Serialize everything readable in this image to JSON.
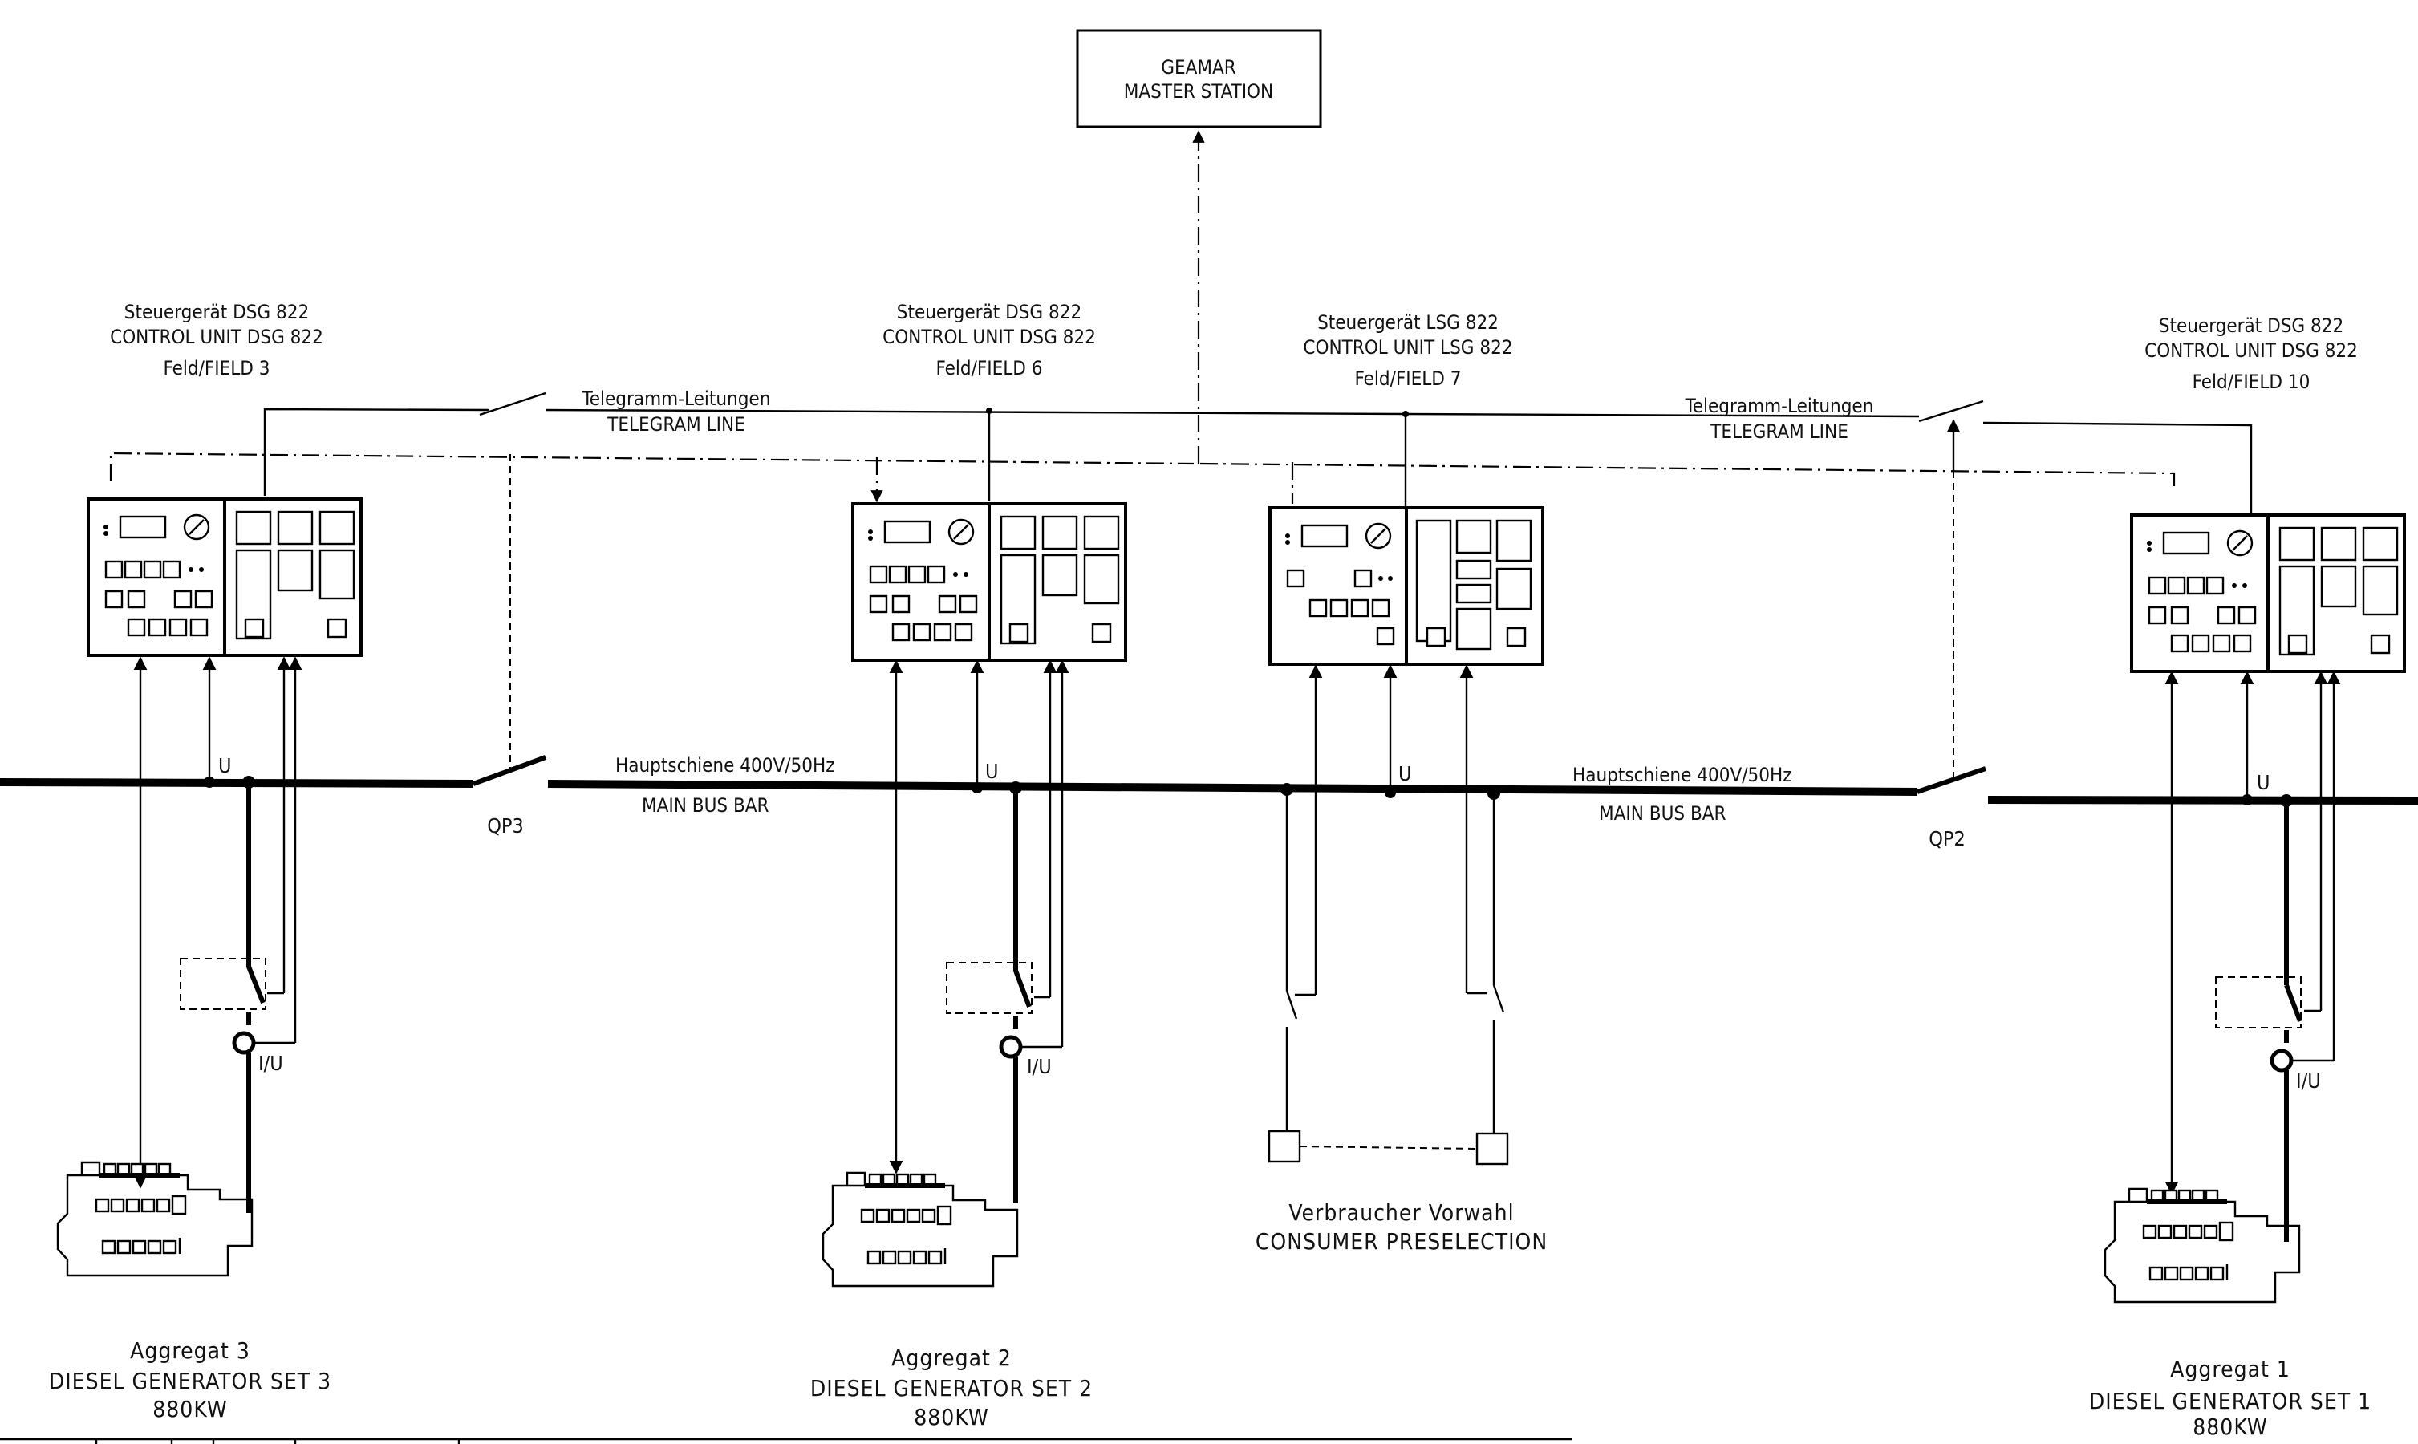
{
  "master_station": {
    "line1": "GEAMAR",
    "line2": "MASTER STATION"
  },
  "control_units": [
    {
      "line1": "Steuergerät DSG 822",
      "line2": "CONTROL UNIT DSG 822",
      "line3": "Feld/FIELD 3"
    },
    {
      "line1": "Steuergerät DSG 822",
      "line2": "CONTROL UNIT DSG 822",
      "line3": "Feld/FIELD 6"
    },
    {
      "line1": "Steuergerät LSG 822",
      "line2": "CONTROL UNIT LSG 822",
      "line3": "Feld/FIELD 7"
    },
    {
      "line1": "Steuergerät DSG 822",
      "line2": "CONTROL UNIT DSG 822",
      "line3": "Feld/FIELD 10"
    }
  ],
  "telegram_lines": [
    {
      "line1": "Telegramm-Leitungen",
      "line2": "TELEGRAM LINE"
    },
    {
      "line1": "Telegramm-Leitungen",
      "line2": "TELEGRAM LINE"
    }
  ],
  "bus_bars": [
    {
      "line1": "Hauptschiene 400V/50Hz",
      "line2": "MAIN BUS BAR"
    },
    {
      "line1": "Hauptschiene 400V/50Hz",
      "line2": "MAIN BUS BAR"
    }
  ],
  "breakers": [
    "QP3",
    "QP2"
  ],
  "measure_labels": {
    "voltage": "U",
    "current_voltage": "I/U"
  },
  "consumer": {
    "line1": "Verbraucher Vorwahl",
    "line2": "CONSUMER PRESELECTION"
  },
  "generator_sets": [
    {
      "line1": "Aggregat 3",
      "line2": "DIESEL GENERATOR SET 3",
      "line3": "880KW"
    },
    {
      "line1": "Aggregat 2",
      "line2": "DIESEL GENERATOR SET 2",
      "line3": "880KW"
    },
    {
      "line1": "Aggregat 1",
      "line2": "DIESEL GENERATOR SET 1",
      "line3": "880KW"
    }
  ]
}
